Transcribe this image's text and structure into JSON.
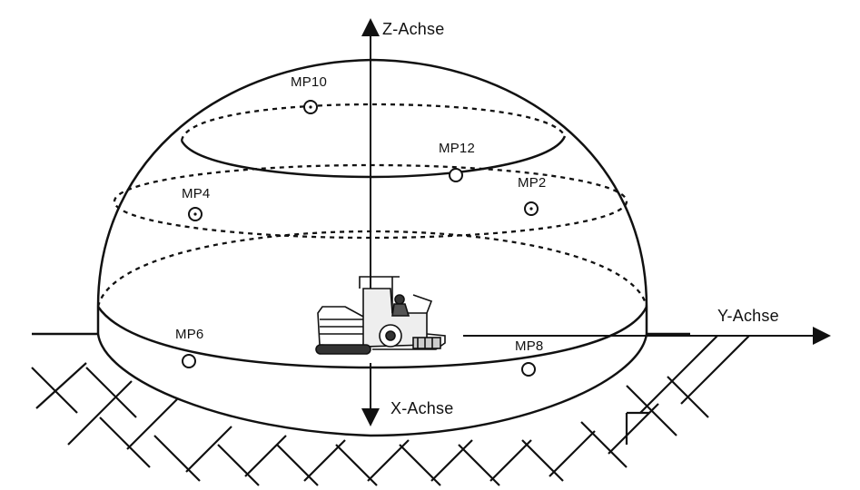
{
  "axes": {
    "z_label": "Z-Achse",
    "y_label": "Y-Achse",
    "x_label": "X-Achse"
  },
  "measurement_points": {
    "mp10": "MP10",
    "mp12": "MP12",
    "mp4": "MP4",
    "mp2": "MP2",
    "mp6": "MP6",
    "mp8": "MP8"
  },
  "colors": {
    "line": "#111111",
    "background": "#ffffff"
  },
  "icons": {
    "machine": "road-paver-icon"
  }
}
